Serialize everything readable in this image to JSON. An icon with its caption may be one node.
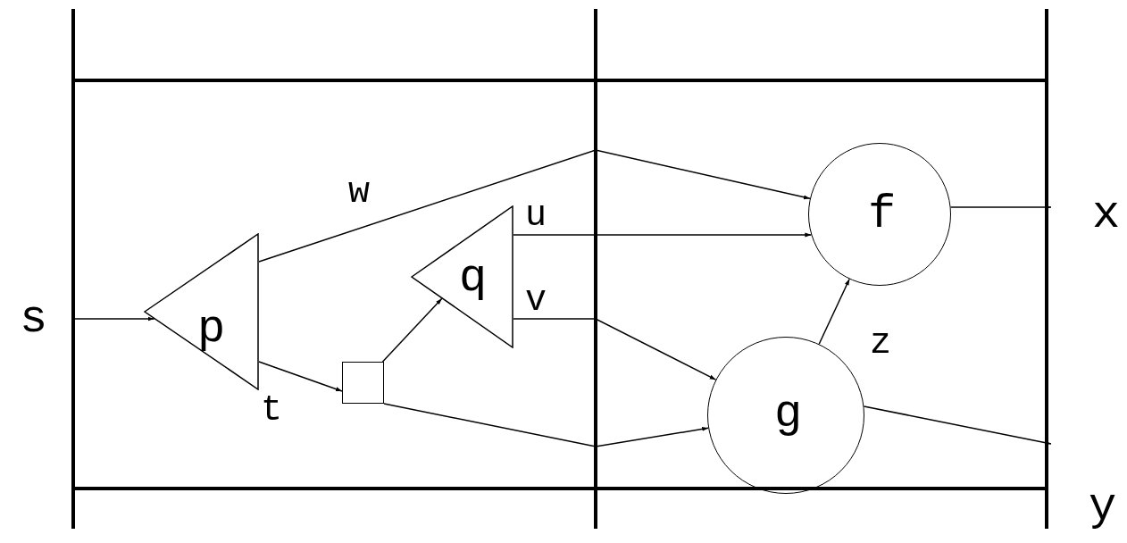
{
  "diagram": {
    "nodes": [
      {
        "text": [
          "s"
        ]
      },
      {
        "text": [
          "p"
        ]
      },
      {
        "text": [
          "q"
        ]
      },
      {
        "text": [],
        "shape": "box"
      },
      {
        "text": [
          "f"
        ]
      },
      {
        "text": [
          "g"
        ]
      },
      {
        "text": [
          "x"
        ]
      },
      {
        "text": [
          "y"
        ]
      }
    ],
    "edges": [
      {
        "from": 0,
        "to": 1,
        "arrow": "to"
      },
      {
        "from": 1,
        "to": 4,
        "arrow": "to",
        "label": "w"
      },
      {
        "from": 1,
        "to": 3,
        "arrow": "to",
        "label": "t"
      },
      {
        "from": 3,
        "to": 2,
        "arrow": "to"
      },
      {
        "from": 2,
        "to": 4,
        "arrow": "to",
        "label": "u"
      },
      {
        "from": 2,
        "to": 5,
        "arrow": "to",
        "label": "v"
      },
      {
        "from": 3,
        "to": 5,
        "arrow": "to"
      },
      {
        "from": 5,
        "to": 4,
        "arrow": "to",
        "label": "z"
      },
      {
        "from": 4,
        "to": 6,
        "arrow": "to"
      },
      {
        "from": 5,
        "to": 7,
        "arrow": "to"
      }
    ]
  }
}
